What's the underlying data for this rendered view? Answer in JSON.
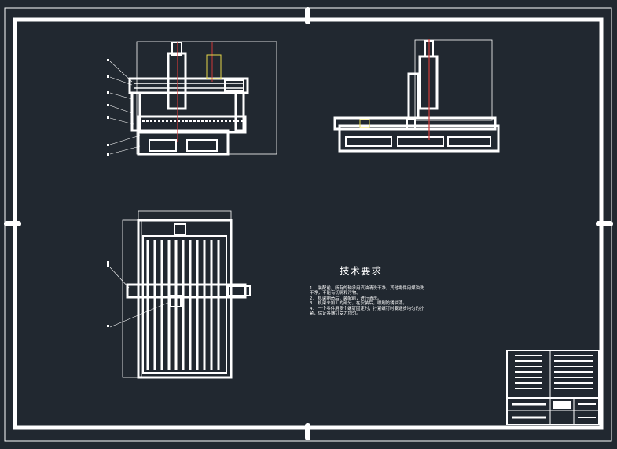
{
  "drawing": {
    "technical_requirements": {
      "title": "技术要求",
      "notes": [
        "1.　装配前，所有的轴承用汽油清洗干净，其他零件用煤油洗干净，不能有切屑和污物。",
        "2.　机架制造后，装配前，进行清洗。",
        "3.　机架未加工的部分，在安装后，喷刷防锈油漆。",
        "4.　一个零件用多个螺钉固定时，拧紧螺钉时要逐步均匀的拧紧，保证各螺钉受力均匀。"
      ]
    },
    "colors": {
      "background": "#212830",
      "line": "#ffffff",
      "accent_red": "#d03838",
      "accent_yellow": "#e8d84a"
    }
  }
}
